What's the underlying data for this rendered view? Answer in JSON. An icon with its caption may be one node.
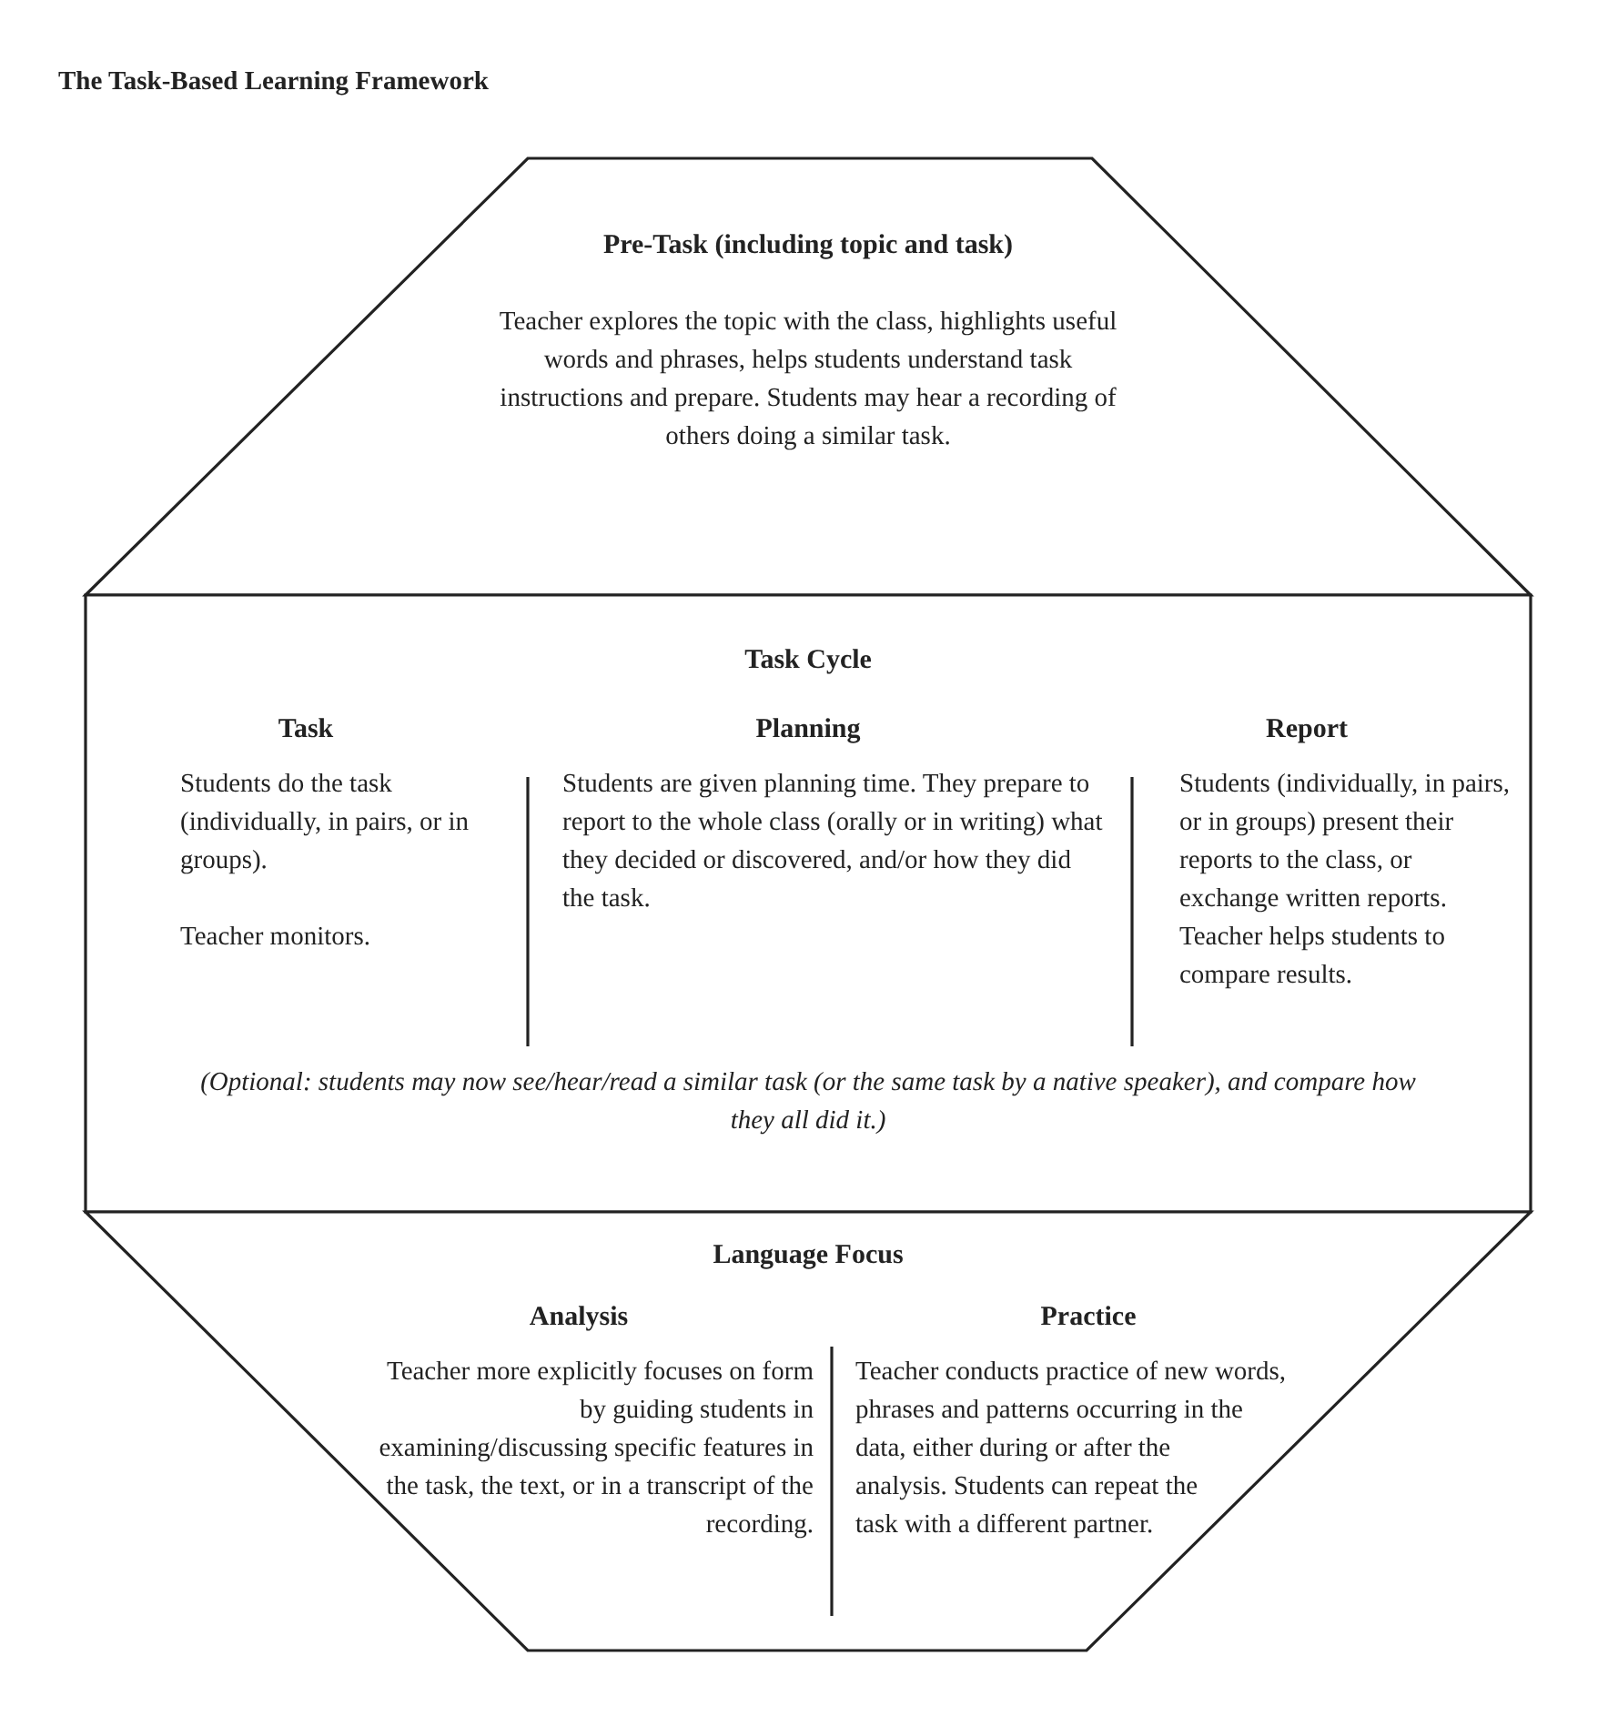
{
  "diagram": {
    "title": "The Task-Based Learning Framework",
    "nodes": [
      {
        "text": [
          "Pre-Task (including topic and task)",
          "Teacher explores the topic with the class, highlights useful words and phrases, helps students understand task instructions and prepare. Students may hear a recording of others doing a similar task."
        ]
      },
      {
        "text": [
          "Task Cycle",
          "Task",
          "Students do the task (individually, in pairs, or in groups).",
          "Teacher monitors.",
          "Planning",
          "Students are given planning time. They prepare to report to the whole class (orally or in writing) what they decided or discovered, and/or how they did the task.",
          "Report",
          "Students (individually, in pairs, or in groups) present their reports to the class, or exchange written reports. Teacher helps students to compare results.",
          "(Optional: students may now see/hear/read a similar task (or the same task by a native speaker), and compare how they all did it.)"
        ]
      },
      {
        "text": [
          "Language Focus",
          "Analysis",
          "Teacher more explicitly focuses on form by guiding students in examining/discussing specific features in the task, the text, or in a transcript of the recording.",
          "Practice",
          "Teacher conducts practice of new words, phrases and patterns occurring in the data, either during or after the analysis. Students can repeat the task with a different partner."
        ]
      }
    ],
    "edges": []
  }
}
